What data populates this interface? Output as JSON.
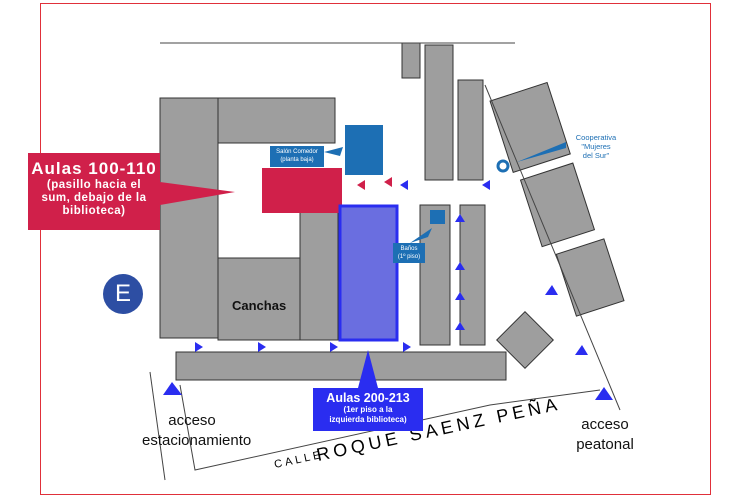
{
  "labels": {
    "aulas_100": {
      "title": "Aulas 100-110",
      "subtitle_lines": [
        "(pasillo hacia el",
        "sum, debajo de la",
        "biblioteca)"
      ]
    },
    "aulas_200": {
      "title": "Aulas 200-213",
      "subtitle_lines": [
        "(1er piso a la",
        "izquierda biblioteca)"
      ]
    },
    "salon": {
      "lines": [
        "Salón Comedor",
        "(planta baja)"
      ]
    },
    "banos": {
      "lines": [
        "Baños",
        "(1º piso)"
      ]
    },
    "cooperativa": {
      "lines": [
        "Cooperativa",
        "\"Mujeres",
        "del Sur\""
      ]
    },
    "canchas": "Canchas",
    "acceso_estacionamiento": [
      "acceso",
      "estacionamiento"
    ],
    "acceso_peatonal": [
      "acceso",
      "peatonal"
    ],
    "street_prefix": "CALLE",
    "street_name": "ROQUE SAENZ PEÑA",
    "badge": "E"
  },
  "colors": {
    "red": "#d0204a",
    "blue": "#2a2df0",
    "teal": "#1d6fb4",
    "building": "#9a9a9a"
  }
}
